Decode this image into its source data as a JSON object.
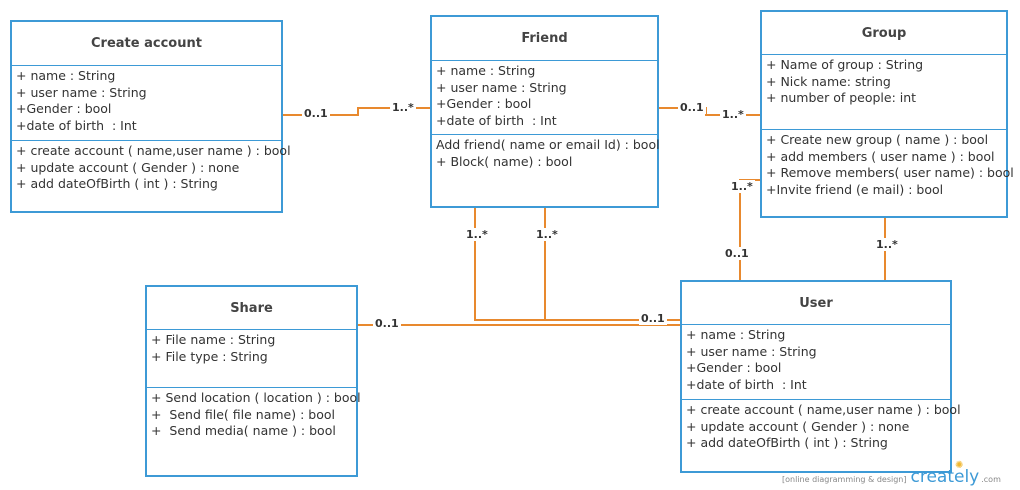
{
  "colors": {
    "class_border": "#3d9ad6",
    "association": "#e8892e",
    "text": "#333333"
  },
  "classes": {
    "create_account": {
      "name": "Create account",
      "attributes": [
        "+ name : String",
        "+ user name : String",
        "+Gender : bool",
        "+date of birth  : Int"
      ],
      "operations": [
        "+ create account ( name,user name ) : bool",
        "+ update account ( Gender ) : none",
        "+ add dateOfBirth ( int ) : String"
      ]
    },
    "friend": {
      "name": "Friend",
      "attributes": [
        "+ name : String",
        "+ user name : String",
        "+Gender : bool",
        "+date of birth  : Int"
      ],
      "operations": [
        "Add friend( name or email Id) : bool",
        "+ Block( name) : bool"
      ]
    },
    "group": {
      "name": "Group",
      "attributes": [
        "+ Name of group : String",
        "+ Nick name: string",
        "+ number of people: int"
      ],
      "operations": [
        "+ Create new group ( name ) : bool",
        "+ add members ( user name ) : bool",
        "+ Remove members( user name) : bool",
        "+Invite friend (e mail) : bool"
      ]
    },
    "share": {
      "name": "Share",
      "attributes": [
        "+ File name : String",
        "+ File type : String"
      ],
      "operations": [
        "+ Send location ( location ) : bool",
        "+  Send file( file name) : bool",
        "+  Send media( name ) : bool"
      ]
    },
    "user": {
      "name": "User",
      "attributes": [
        "+ name : String",
        "+ user name : String",
        "+Gender : bool",
        "+date of birth  : Int"
      ],
      "operations": [
        "+ create account ( name,user name ) : bool",
        "+ update account ( Gender ) : none",
        "+ add dateOfBirth ( int ) : String"
      ]
    }
  },
  "multiplicities": {
    "create_friend_left": "0..1",
    "create_friend_right": "1..*",
    "friend_group_left": "0..1",
    "friend_group_right": "1..*",
    "friend_user_a": "1..*",
    "friend_user_b": "1..*",
    "group_user_left_top": "1..*",
    "group_user_left_bottom": "0..1",
    "group_user_right": "1..*",
    "share_end": "0..1",
    "user_end": "0..1"
  },
  "watermark": {
    "tagline": "[online diagramming & design]",
    "logo": "creately",
    "tld": ".com"
  }
}
